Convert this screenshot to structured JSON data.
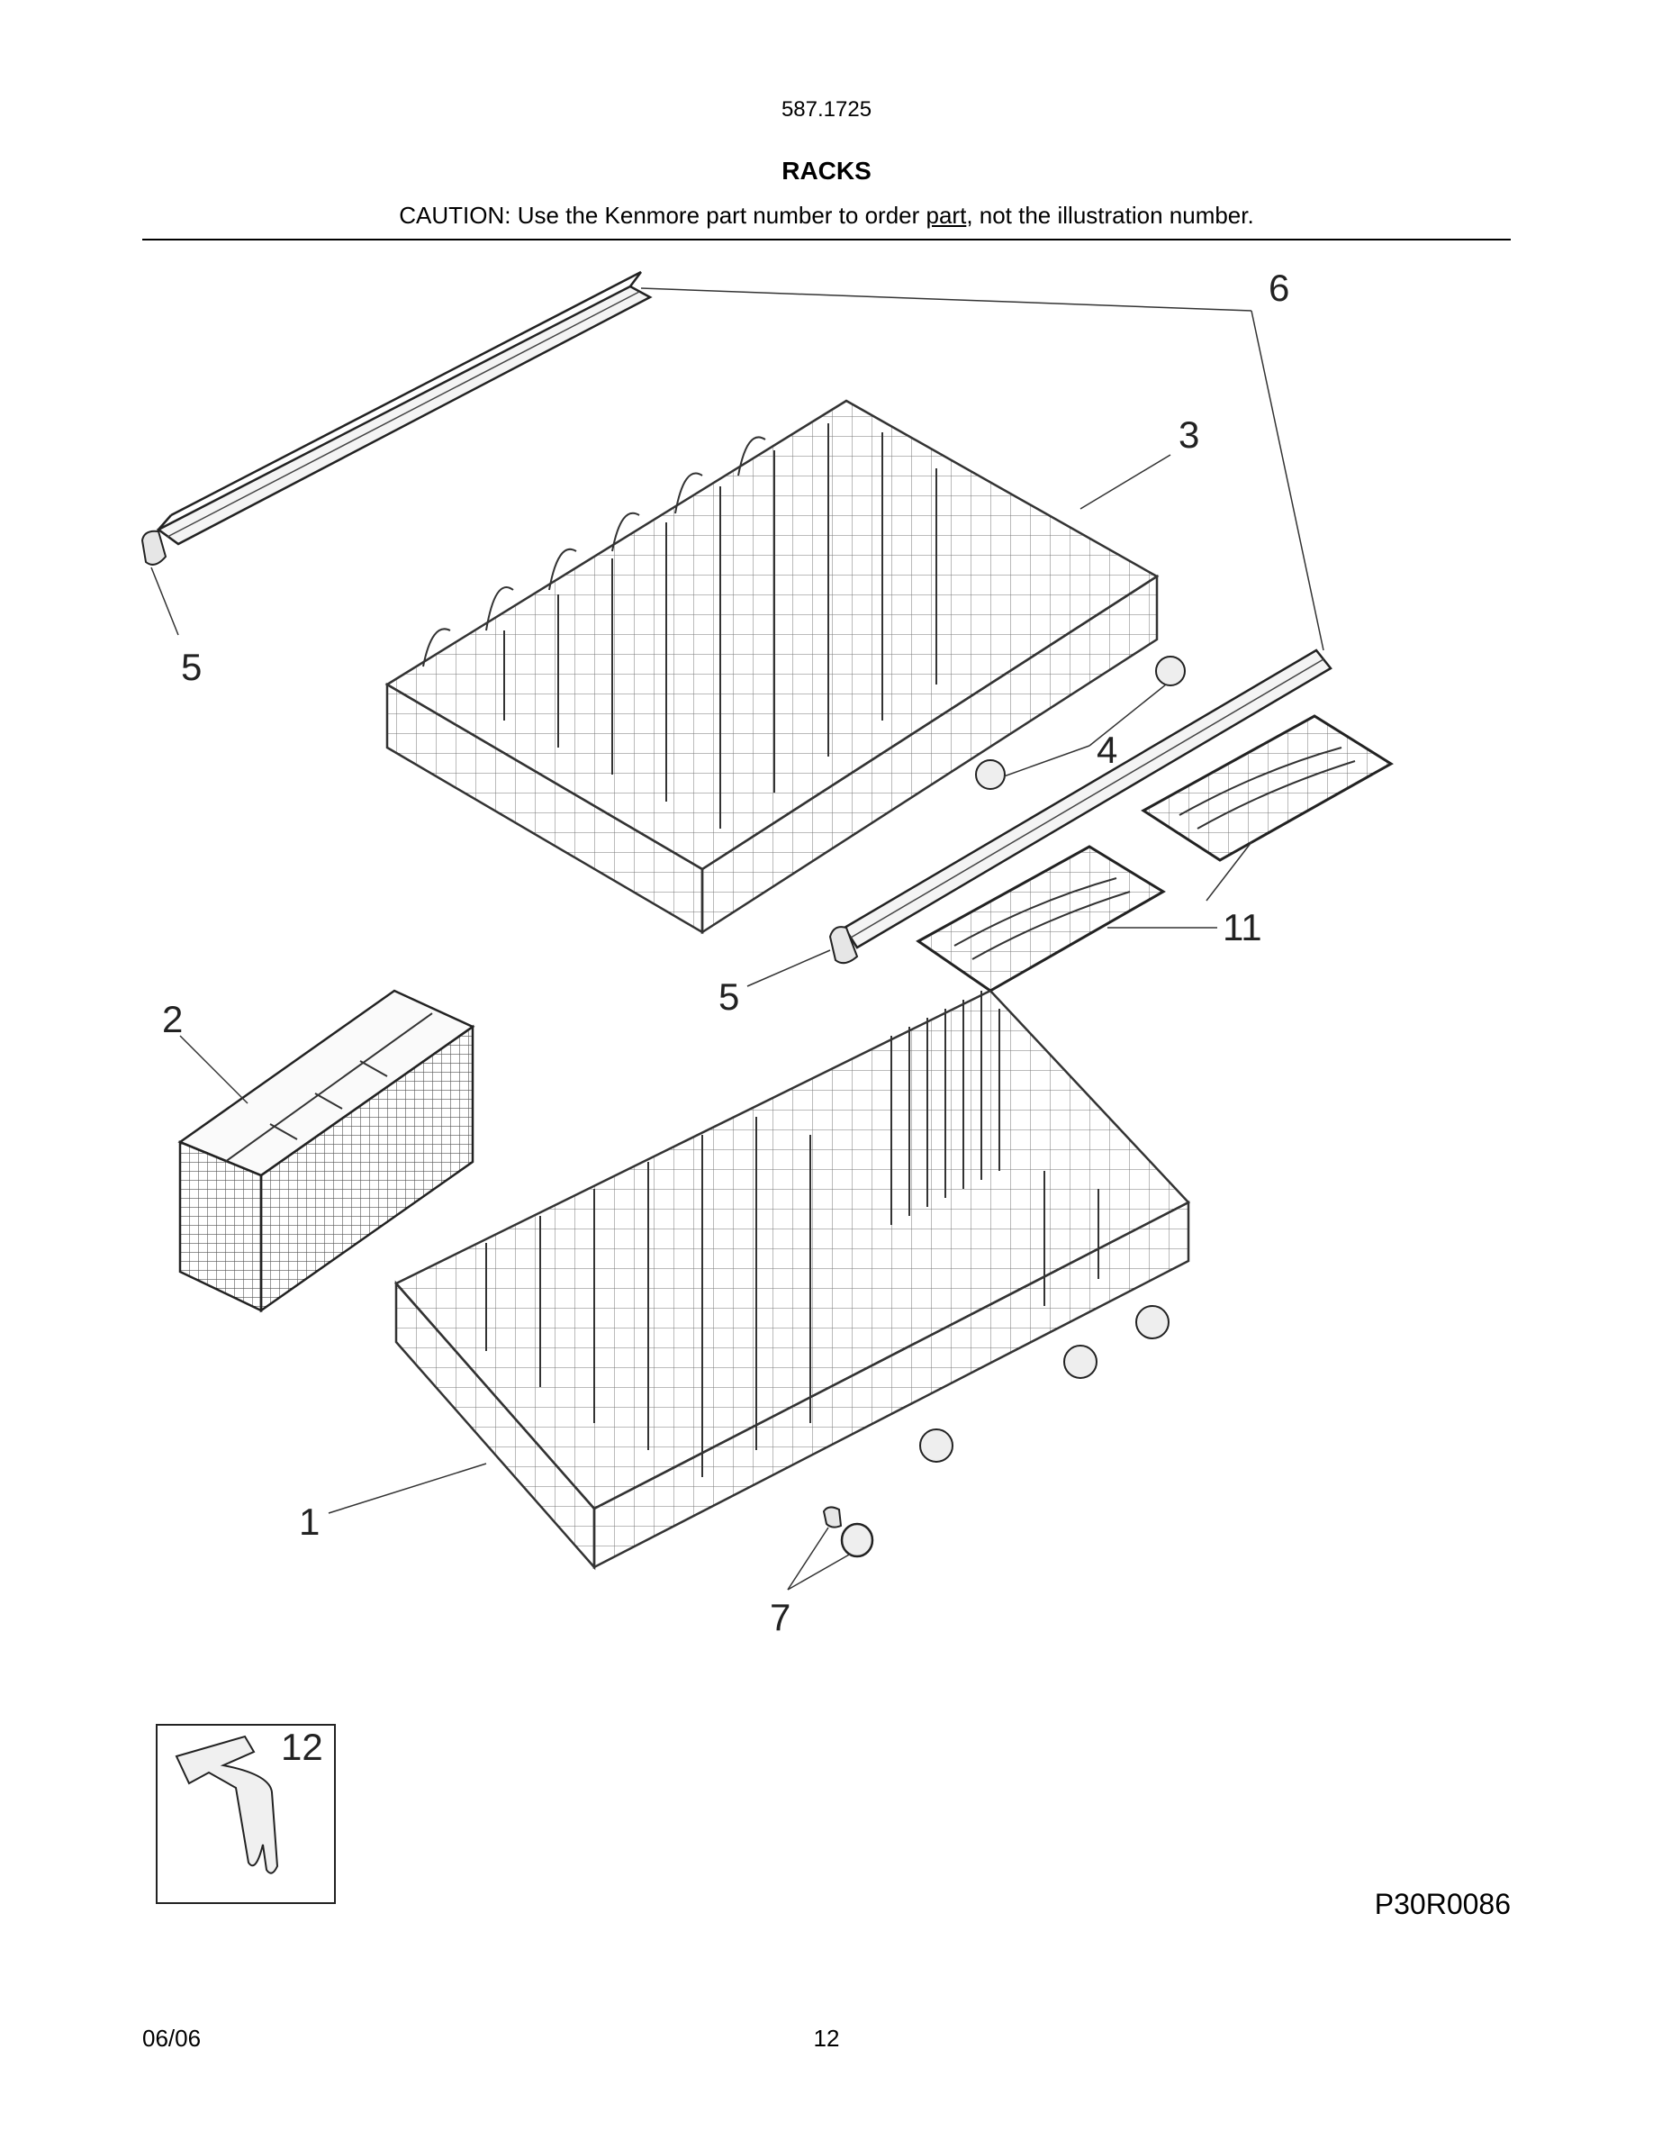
{
  "header": {
    "model_number": "587.1725",
    "title": "RACKS",
    "caution_prefix": "CAUTION: Use the Kenmore part number to order ",
    "caution_underlined": "part",
    "caution_suffix": ", not the illustration number."
  },
  "callouts": {
    "c1": "1",
    "c2": "2",
    "c3": "3",
    "c4": "4",
    "c5_top": "5",
    "c5_mid": "5",
    "c6": "6",
    "c7": "7",
    "c11": "11",
    "c12": "12"
  },
  "figure_id": "P30R0086",
  "footer": {
    "date": "06/06",
    "page_number": "12"
  }
}
